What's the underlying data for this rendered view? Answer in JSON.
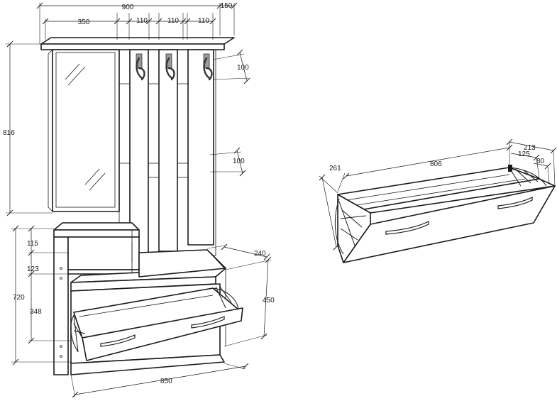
{
  "dimensions": {
    "hall_width": "900",
    "hall_depth": "150",
    "mirror_width": "350",
    "panel_gap_1": "110",
    "panel_gap_2": "110",
    "panel_gap_3": "110",
    "hanger_height": "816",
    "hook_spacing_upper": "100",
    "hook_spacing_lower": "100",
    "cabinet_height": "720",
    "shelf_top": "115",
    "shelf_mid": "123",
    "shoe_section": "348",
    "cabinet_depth": "240",
    "drawer_height": "450",
    "cabinet_width": "850",
    "drawer_length": "806",
    "drawer_open_depth": "261",
    "drawer_total_depth": "213",
    "drawer_inner_depth": "125",
    "drawer_front_depth": "80"
  },
  "colors": {
    "line": "#1a1a1a",
    "hook_plate": "#9a9a9a",
    "background": "#ffffff"
  }
}
